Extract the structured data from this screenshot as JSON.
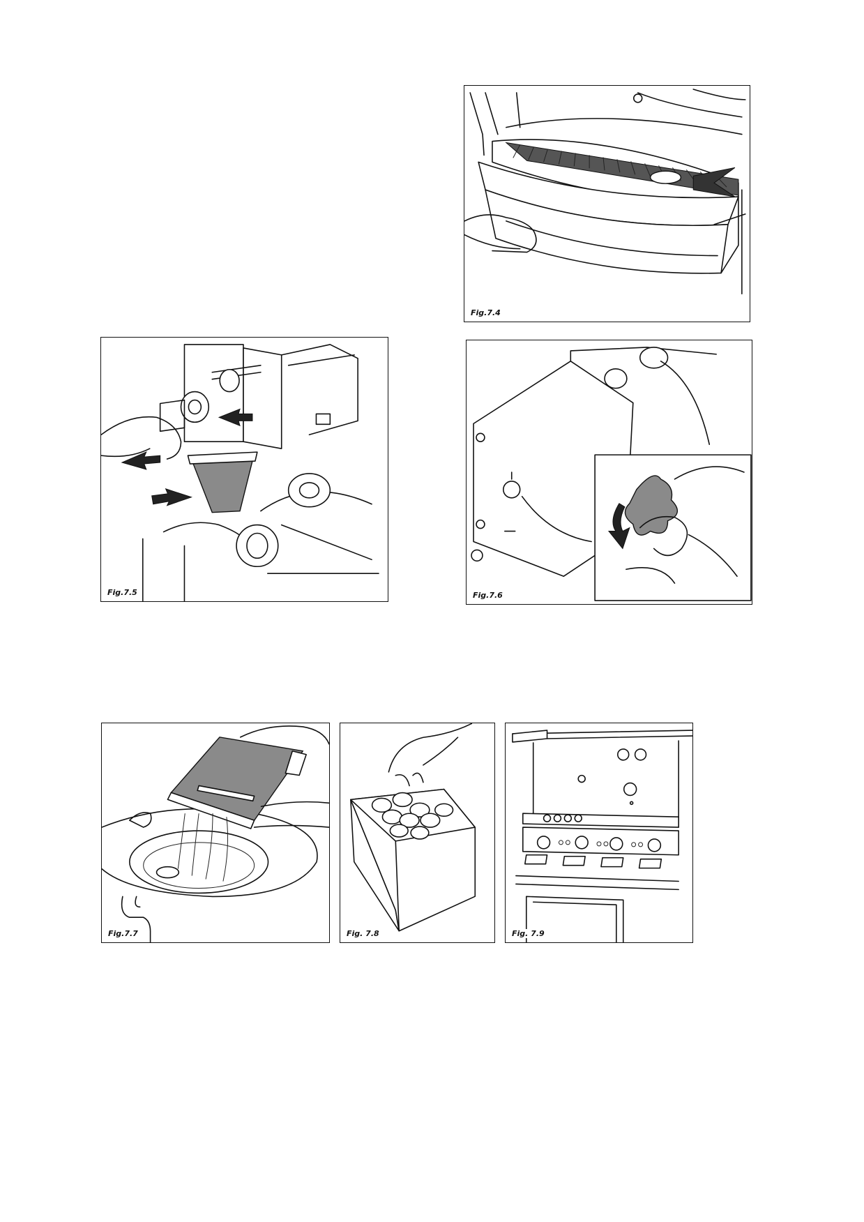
{
  "figures": {
    "fig74": {
      "caption": "Fig.7.4"
    },
    "fig75": {
      "caption": "Fig.7.5"
    },
    "fig76": {
      "caption": "Fig.7.6"
    },
    "fig77": {
      "caption": "Fig.7.7"
    },
    "fig78": {
      "caption": "Fig. 7.8"
    },
    "fig79": {
      "caption": "Fig. 7.9"
    }
  },
  "colors": {
    "line": "#111111",
    "fill_gray": "#8a8a8a",
    "background": "#ffffff"
  }
}
